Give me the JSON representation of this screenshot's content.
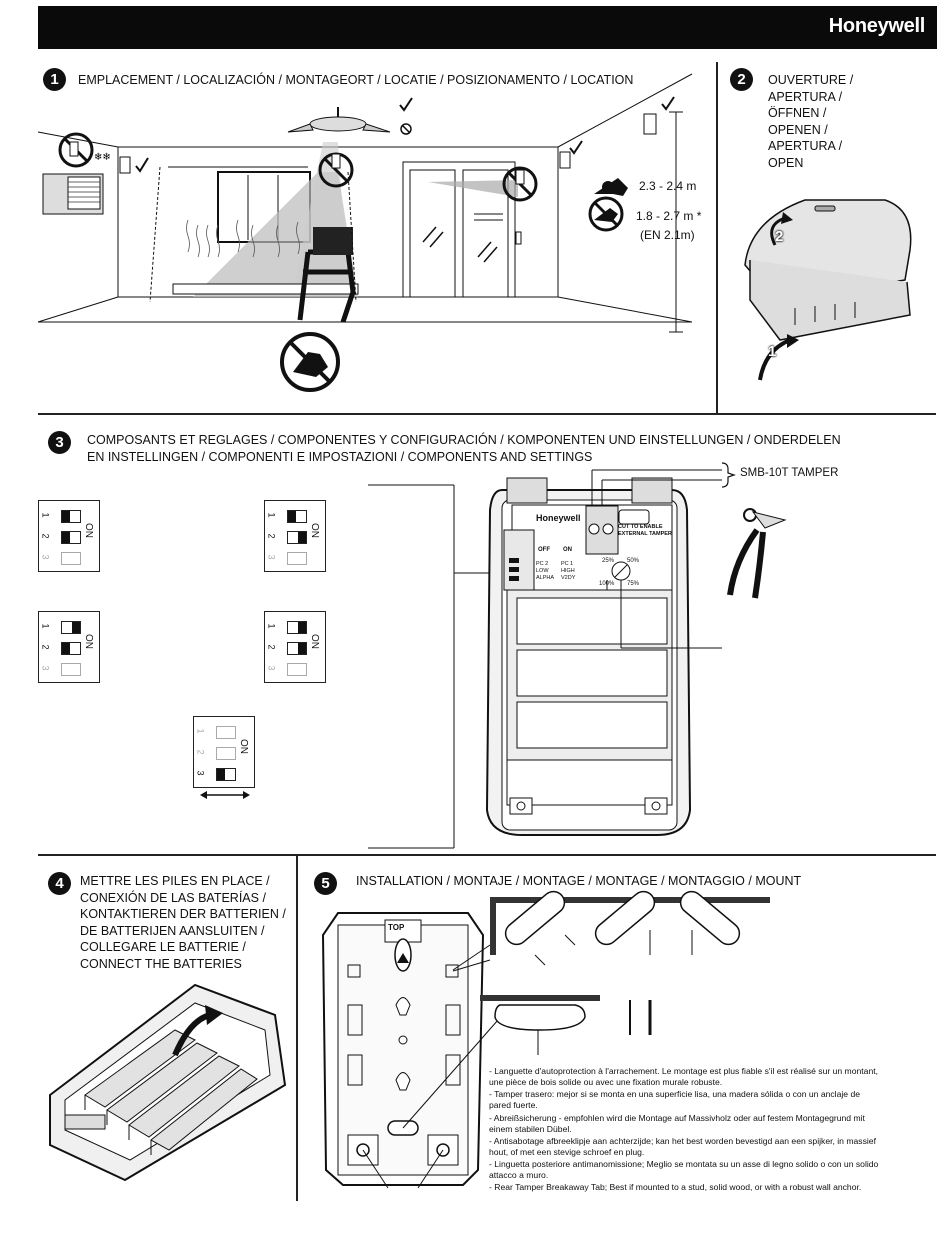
{
  "header": {
    "brand": "Honeywell"
  },
  "step1": {
    "number": "1",
    "title": "EMPLACEMENT / LOCALIZACIÓN / MONTAGEORT / LOCATIE / POSIZIONAMENTO / LOCATION",
    "height_pets_ok": "2.3 - 2.4 m",
    "height_no_pets": "1.8 - 2.7 m *",
    "height_en": "(EN 2.1m)"
  },
  "step2": {
    "number": "2",
    "title_lines": [
      "OUVERTURE /",
      "APERTURA /",
      "ÖFFNEN /",
      "OPENEN /",
      "APERTURA /",
      "OPEN"
    ],
    "arrow1": "1",
    "arrow2": "2"
  },
  "step3": {
    "number": "3",
    "title_line1": "COMPOSANTS ET REGLAGES / COMPONENTES Y CONFIGURACIÓN / KOMPONENTEN UND EINSTELLUNGEN / ONDERDELEN",
    "title_line2": "EN INSTELLINGEN / COMPONENTI E IMPOSTAZIONI / COMPONENTS AND SETTINGS",
    "tamper_label": "SMB-10T TAMPER",
    "board_brand": "Honeywell",
    "cut_label_1": "CUT TO ENABLE",
    "cut_label_2": "EXTERNAL TAMPER",
    "off_label": "OFF",
    "on_label": "ON",
    "col_off": [
      "PC 2",
      "LOW",
      "ALPHA"
    ],
    "col_on": [
      "PC 1",
      "HIGH",
      "V2DY"
    ],
    "pct_25": "25%",
    "pct_50": "50%",
    "pct_100": "100%",
    "pct_75": "75%",
    "dip_on": "ON",
    "dip_numbers": [
      "1",
      "2",
      "3"
    ]
  },
  "step4": {
    "number": "4",
    "title_lines": [
      "METTRE LES PILES EN PLACE /",
      "CONEXIÓN DE LAS BATERÍAS /",
      "KONTAKTIEREN DER BATTERIEN /",
      "DE BATTERIJEN AANSLUITEN /",
      "COLLEGARE LE BATTERIE /",
      "CONNECT THE BATTERIES"
    ]
  },
  "step5": {
    "number": "5",
    "title": "INSTALLATION / MONTAJE / MONTAGE / MONTAGE / MONTAGGIO / MOUNT",
    "top_label": "TOP",
    "notes": [
      "- Languette d'autoprotection à l'arrachement. Le montage est plus fiable s'il est réalisé sur un montant,",
      "  une pièce de bois solide ou avec une fixation murale robuste.",
      "- Tamper trasero: mejor si se monta en una superficie lisa, una madera sólida o con un anclaje de",
      "  pared fuerte.",
      "- Abreißsicherung - empfohlen wird die Montage auf Massivholz oder auf festem Montagegrund mit",
      "  einem stabilen Dübel.",
      "- Antisabotage afbreeklipje aan achterzijde; kan het best worden bevestigd aan een spijker, in massief",
      "  hout, of met een stevige schroef en plug.",
      "- Linguetta posteriore antimanomissione; Meglio se montata su un asse di legno solido o con un solido",
      "  attacco a muro.",
      "- Rear Tamper Breakaway Tab; Best if mounted to a stud, solid wood, or with a robust wall anchor."
    ]
  }
}
